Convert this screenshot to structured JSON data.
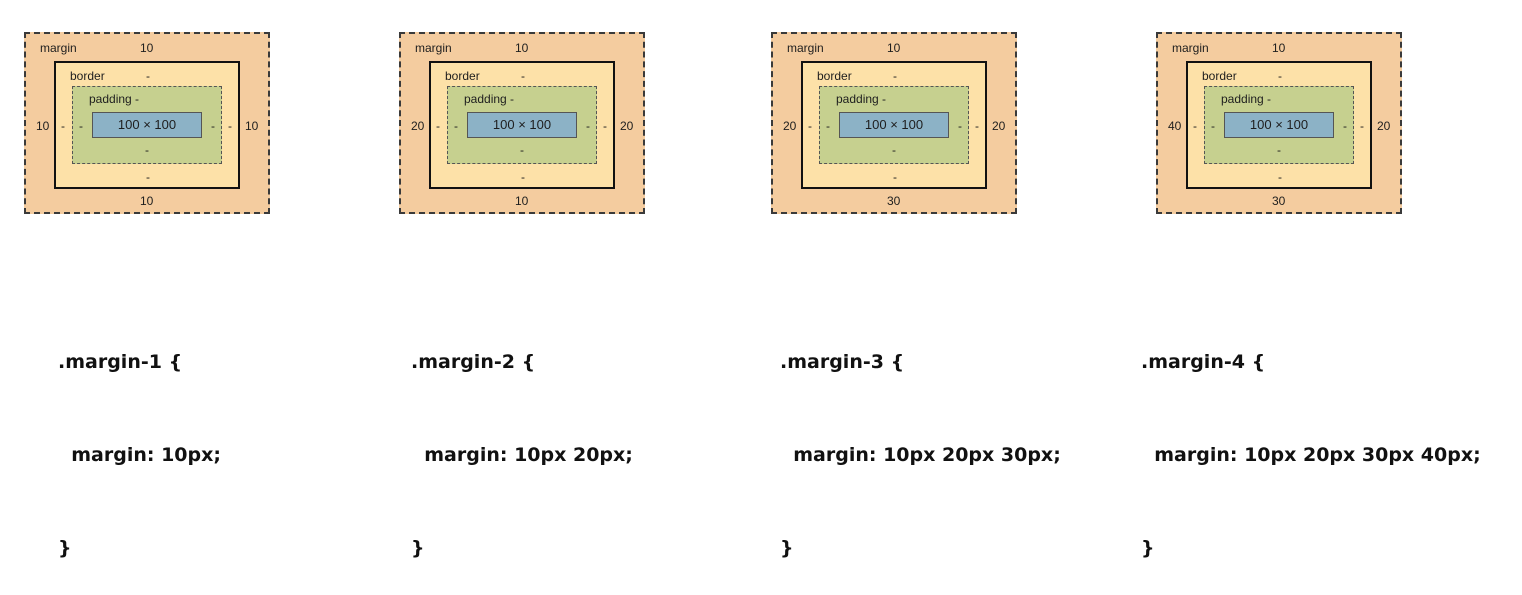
{
  "labels": {
    "margin": "margin",
    "border": "border",
    "padding": "padding -"
  },
  "diagrams": [
    {
      "margin": {
        "top": "10",
        "right": "10",
        "bottom": "10",
        "left": "10"
      },
      "border": {
        "top": "-",
        "right": "-",
        "bottom": "-",
        "left": "-"
      },
      "padding": {
        "right": "-",
        "bottom": "-",
        "left": "-"
      },
      "content": "100 × 100"
    },
    {
      "margin": {
        "top": "10",
        "right": "20",
        "bottom": "10",
        "left": "20"
      },
      "border": {
        "top": "-",
        "right": "-",
        "bottom": "-",
        "left": "-"
      },
      "padding": {
        "right": "-",
        "bottom": "-",
        "left": "-"
      },
      "content": "100 × 100"
    },
    {
      "margin": {
        "top": "10",
        "right": "20",
        "bottom": "30",
        "left": "20"
      },
      "border": {
        "top": "-",
        "right": "-",
        "bottom": "-",
        "left": "-"
      },
      "padding": {
        "right": "-",
        "bottom": "-",
        "left": "-"
      },
      "content": "100 × 100"
    },
    {
      "margin": {
        "top": "10",
        "right": "20",
        "bottom": "30",
        "left": "40"
      },
      "border": {
        "top": "-",
        "right": "-",
        "bottom": "-",
        "left": "-"
      },
      "padding": {
        "right": "-",
        "bottom": "-",
        "left": "-"
      },
      "content": "100 × 100"
    }
  ],
  "code": [
    {
      "selector": ".margin-1 {",
      "declaration": "  margin: 10px;",
      "close": "}"
    },
    {
      "selector": ".margin-2 {",
      "declaration": "  margin: 10px 20px;",
      "close": "}"
    },
    {
      "selector": ".margin-3 {",
      "declaration": "  margin: 10px 20px 30px;",
      "close": "}"
    },
    {
      "selector": ".margin-4 {",
      "declaration": "  margin: 10px 20px 30px 40px;",
      "close": "}"
    }
  ],
  "colors": {
    "margin_fill": "#f4cc9f",
    "border_fill": "#fde1a8",
    "padding_fill": "#c6d08f",
    "content_fill": "#8cb2c6"
  }
}
